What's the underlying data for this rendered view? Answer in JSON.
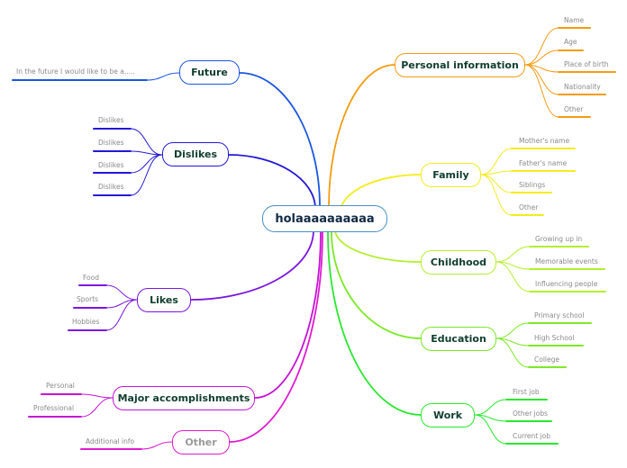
{
  "root": {
    "label": "holaaaaaaaaaa",
    "color": "#4a90c8"
  },
  "branches": {
    "personal": {
      "label": "Personal information",
      "color": "#f39c12",
      "items": [
        "Name",
        "Age",
        "Place of birth",
        "Nationality",
        "Other"
      ]
    },
    "family": {
      "label": "Family",
      "color": "#f4ec1c",
      "items": [
        "Mother's name",
        "Father's name",
        "Siblings",
        "Other"
      ]
    },
    "childhood": {
      "label": "Childhood",
      "color": "#b3ef2e",
      "items": [
        "Growing up in",
        "Memorable events",
        "Influencing people"
      ]
    },
    "education": {
      "label": "Education",
      "color": "#7ce827",
      "items": [
        "Primary school",
        "High School",
        "College"
      ]
    },
    "work": {
      "label": "Work",
      "color": "#29e82e",
      "items": [
        "First job",
        "Other jobs",
        "Current job"
      ]
    },
    "future": {
      "label": "Future",
      "color": "#1a56e0",
      "items": [
        "In the future I would like to be a....."
      ]
    },
    "dislikes": {
      "label": "Dislikes",
      "color": "#2318d6",
      "items": [
        "Dislikes",
        "Dislikes",
        "Dislikes",
        "Dislikes"
      ]
    },
    "likes": {
      "label": "Likes",
      "color": "#7b16e0",
      "items": [
        "Food",
        "Sports",
        "Hobbies"
      ]
    },
    "accomplishments": {
      "label": "Major accomplishments",
      "color": "#c513d6",
      "items": [
        "Personal",
        "Professional"
      ]
    },
    "other": {
      "label": "Other",
      "color": "#e01ad0",
      "items": [
        "Additional info"
      ]
    }
  }
}
